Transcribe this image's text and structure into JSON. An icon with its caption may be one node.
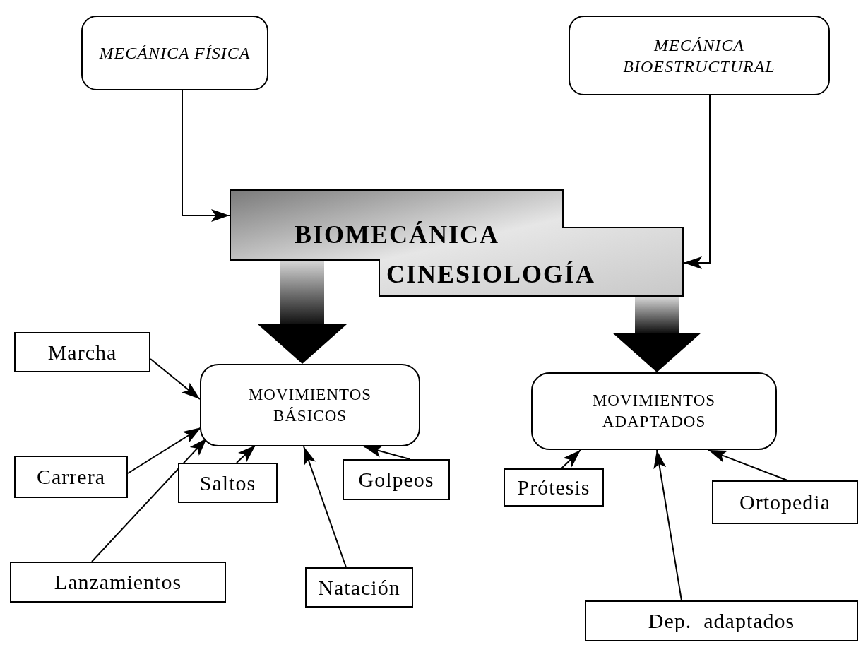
{
  "diagram": {
    "nodes": [
      {
        "text": [
          "MECÁNICA FÍSICA"
        ]
      },
      {
        "text": [
          "MECÁNICA BIOESTRUCTURAL"
        ]
      },
      {
        "text": [
          "BIOMECÁNICA",
          "CINESIOLOGÍA"
        ]
      },
      {
        "text": [
          "MOVIMIENTOS BÁSICOS"
        ]
      },
      {
        "text": [
          "MOVIMIENTOS ADAPTADOS"
        ]
      },
      {
        "text": [
          "Marcha"
        ]
      },
      {
        "text": [
          "Carrera"
        ]
      },
      {
        "text": [
          "Saltos"
        ]
      },
      {
        "text": [
          "Golpeos"
        ]
      },
      {
        "text": [
          "Lanzamientos"
        ]
      },
      {
        "text": [
          "Natación"
        ]
      },
      {
        "text": [
          "Prótesis"
        ]
      },
      {
        "text": [
          "Ortopedia"
        ]
      },
      {
        "text": [
          "Dep.  adaptados"
        ]
      }
    ],
    "edges": [
      {
        "from": 0,
        "to": 2,
        "arrow": "to"
      },
      {
        "from": 1,
        "to": 2,
        "arrow": "to"
      },
      {
        "from": 2,
        "to": 3,
        "arrow": "to",
        "style": "thick"
      },
      {
        "from": 2,
        "to": 4,
        "arrow": "to",
        "style": "thick"
      },
      {
        "from": 5,
        "to": 3,
        "arrow": "to"
      },
      {
        "from": 6,
        "to": 3,
        "arrow": "to"
      },
      {
        "from": 9,
        "to": 3,
        "arrow": "to"
      },
      {
        "from": 7,
        "to": 3,
        "arrow": "to"
      },
      {
        "from": 10,
        "to": 3,
        "arrow": "to"
      },
      {
        "from": 8,
        "to": 3,
        "arrow": "to"
      },
      {
        "from": 11,
        "to": 4,
        "arrow": "to"
      },
      {
        "from": 13,
        "to": 4,
        "arrow": "to"
      },
      {
        "from": 12,
        "to": 4,
        "arrow": "to"
      }
    ]
  }
}
